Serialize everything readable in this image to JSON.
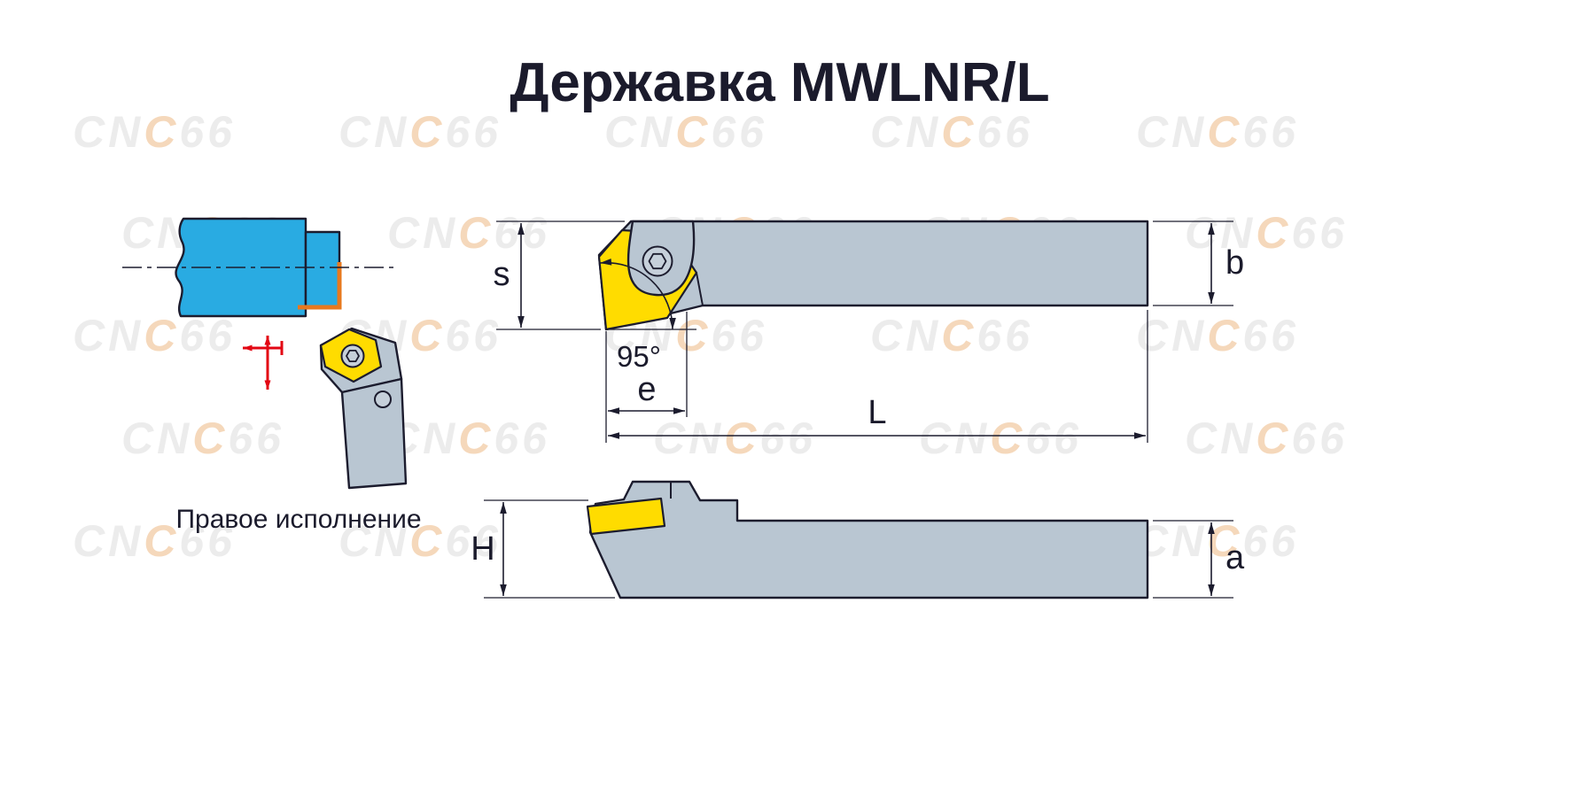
{
  "title": "Державка MWLNR/L",
  "watermark": {
    "text": "CNC66",
    "parts": [
      {
        "text": "CN",
        "color": "#ececec"
      },
      {
        "text": "C",
        "color": "#f5d8bb"
      },
      {
        "text": "66",
        "color": "#ececec"
      }
    ]
  },
  "left_illustration": {
    "caption": "Правое исполнение"
  },
  "dimensions": {
    "s": "s",
    "b": "b",
    "e": "e",
    "l": "L",
    "h": "H",
    "a": "a",
    "angle": "95°"
  },
  "colors": {
    "line": "#1c1c2e",
    "workpiece": "#29abe2",
    "holder": "#b9c6d2",
    "insert": "#ffdc00",
    "machined_profile": "#e8791e",
    "feed_arrow": "#e30613",
    "background": "#ffffff"
  }
}
